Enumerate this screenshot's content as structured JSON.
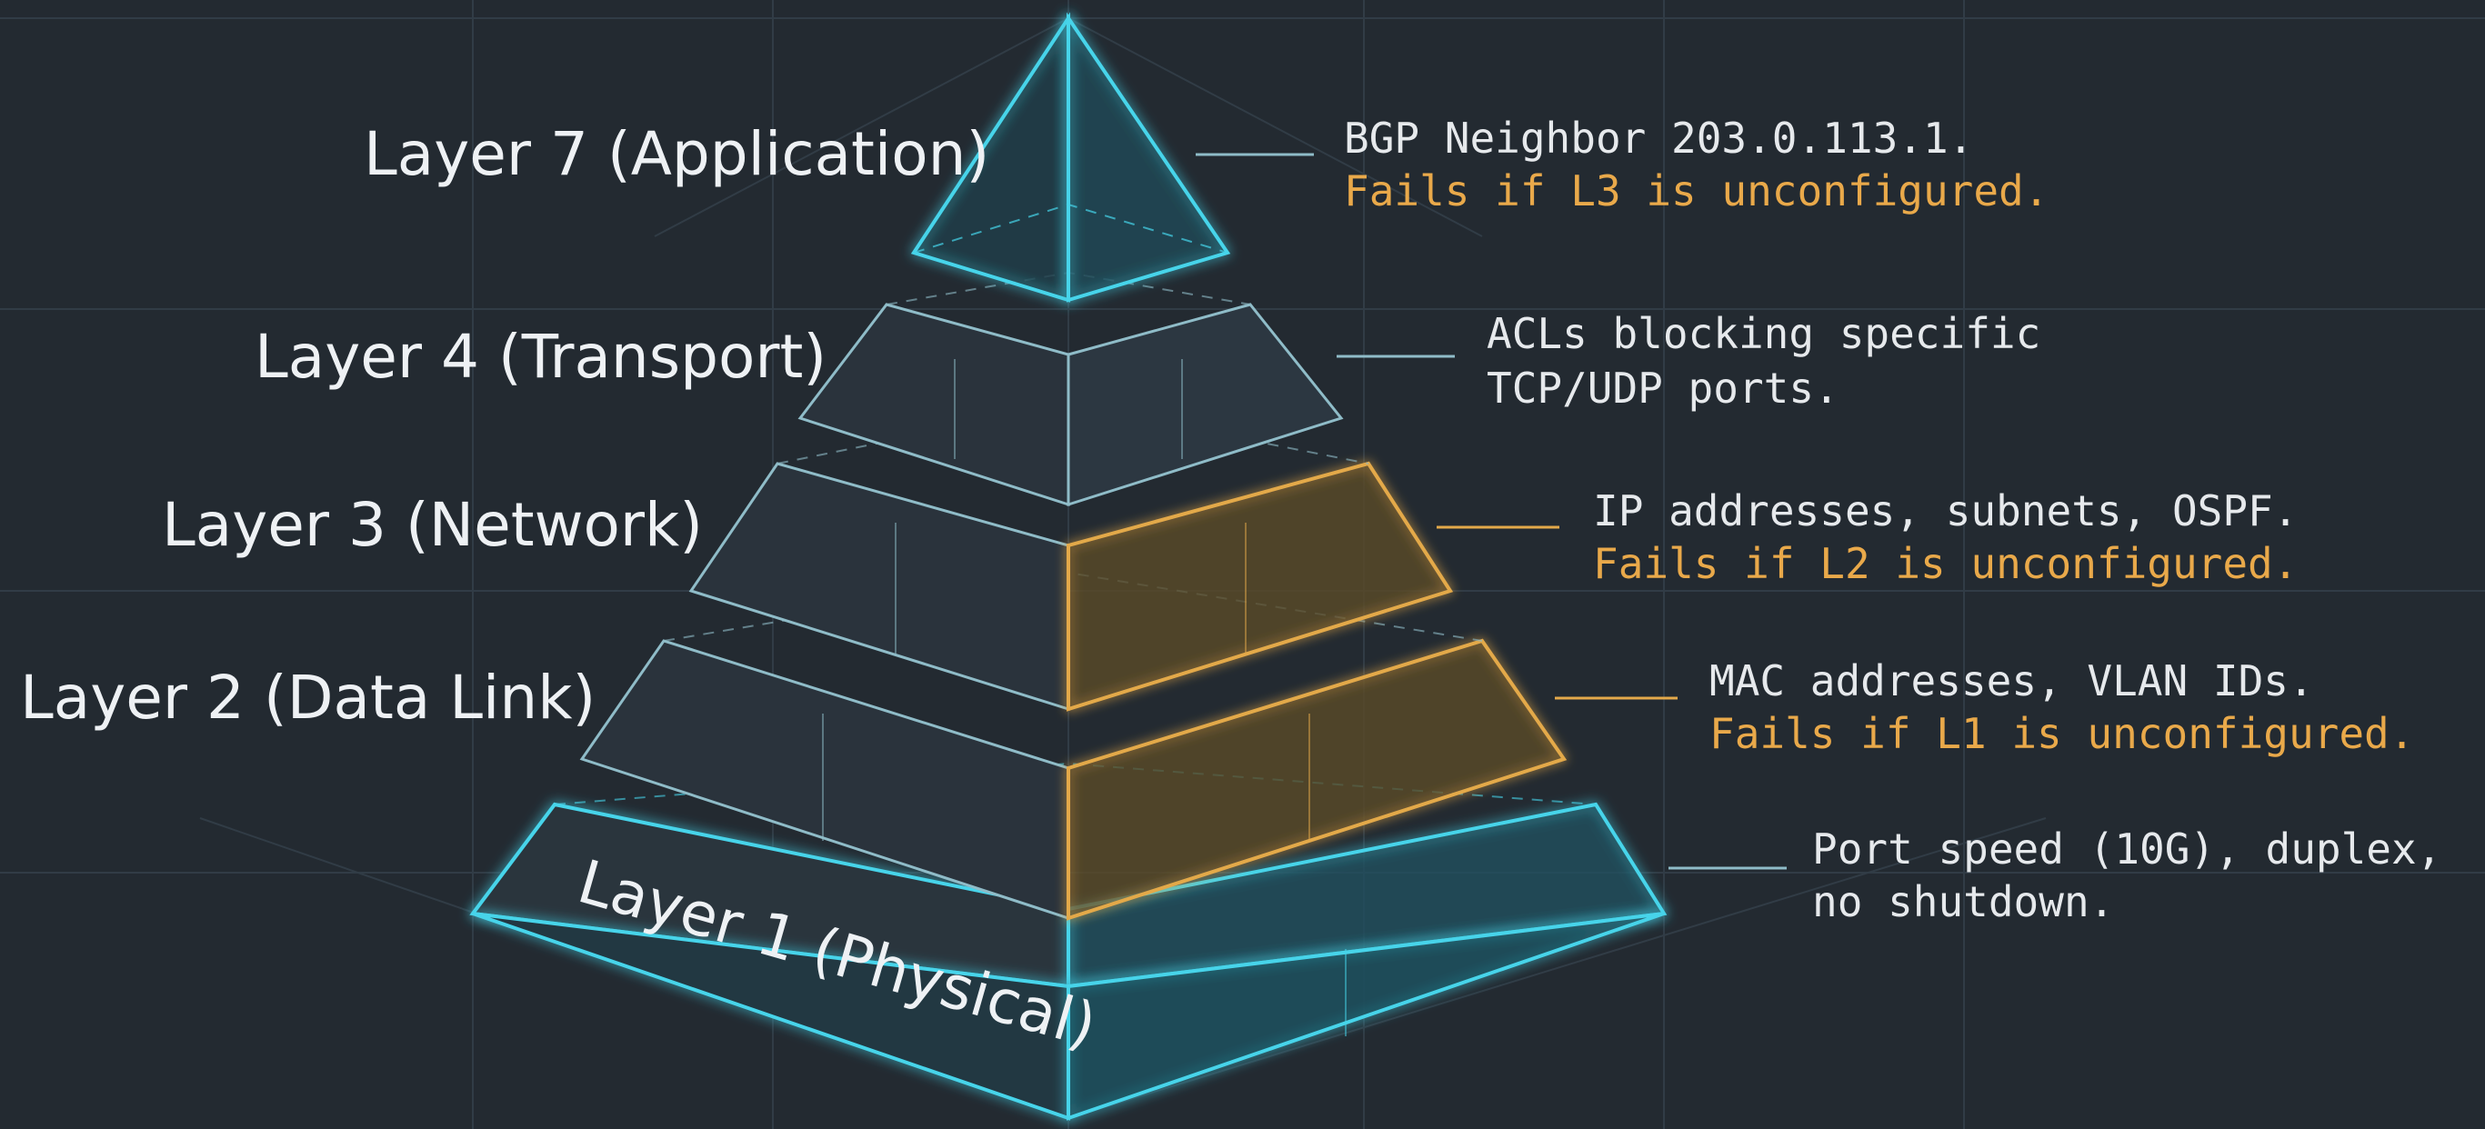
{
  "layers": [
    {
      "id": "l7",
      "label": "Layer 7 (Application)",
      "accent": "#46d4ea",
      "annotation": [
        "BGP Neighbor 203.0.113.1.",
        "Fails if L3 is unconfigured."
      ]
    },
    {
      "id": "l4",
      "label": "Layer 4 (Transport)",
      "accent": "#8fbcc8",
      "annotation": [
        "ACLs blocking specific",
        "TCP/UDP ports."
      ]
    },
    {
      "id": "l3",
      "label": "Layer 3 (Network)",
      "accent": "#e3a94a",
      "annotation": [
        "IP addresses, subnets, OSPF.",
        "Fails if L2 is unconfigured."
      ]
    },
    {
      "id": "l2",
      "label": "Layer 2 (Data Link)",
      "accent": "#e3a94a",
      "annotation": [
        "MAC addresses, VLAN IDs.",
        "Fails if L1 is unconfigured."
      ]
    },
    {
      "id": "l1",
      "label": "Layer 1 (Physical)",
      "accent": "#46d4ea",
      "annotation": [
        "Port speed (10G), duplex,",
        "no shutdown."
      ]
    }
  ],
  "colors": {
    "background": "#232a31",
    "grid": "#34404a",
    "cyan": "#46d4ea",
    "amber": "#e3a94a",
    "slate": "#8fbcc8",
    "text": "#eef1f4",
    "warning_text": "#e9a94a"
  }
}
